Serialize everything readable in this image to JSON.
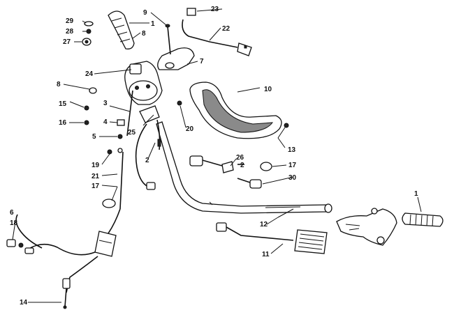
{
  "callouts": {
    "c1a": "1",
    "c1b": "1",
    "c2a": "2",
    "c2b": "2",
    "c3": "3",
    "c4": "4",
    "c5": "5",
    "c6": "6",
    "c7": "7",
    "c8a": "8",
    "c8b": "8",
    "c9": "9",
    "c10": "10",
    "c11": "11",
    "c12": "12",
    "c13": "13",
    "c14": "14",
    "c15": "15",
    "c16": "16",
    "c17a": "17",
    "c17b": "17",
    "c18": "18",
    "c19": "19",
    "c20": "20",
    "c21": "21",
    "c22": "22",
    "c23": "23",
    "c24": "24",
    "c25": "25",
    "c26": "26",
    "c27": "27",
    "c28": "28",
    "c29": "29",
    "c30": "30"
  }
}
